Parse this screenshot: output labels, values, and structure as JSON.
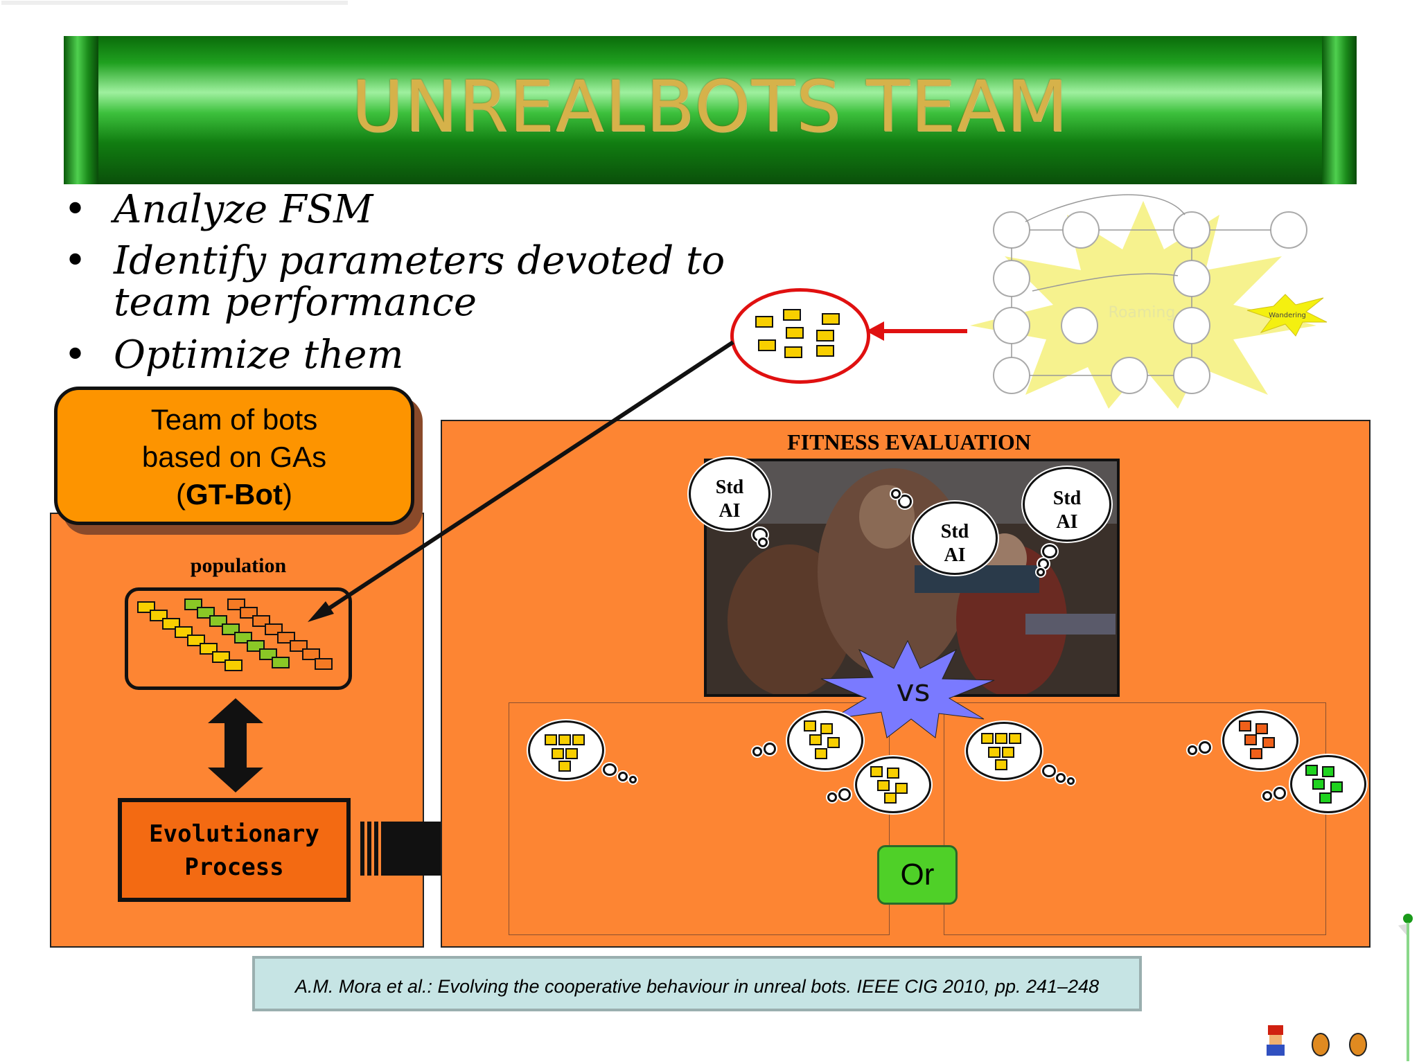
{
  "header": {
    "title": "UNREALBOTS TEAM"
  },
  "bullets": [
    "Analyze FSM",
    "Identify parameters devoted to",
    "team performance",
    "Optimize them"
  ],
  "team_box": {
    "line1": "Team of bots",
    "line2": "based on GAs",
    "open_paren": "(",
    "bold": "GT-Bot",
    "close_paren": ")"
  },
  "population_label": "population",
  "evolutionary": {
    "line1": "Evolutionary",
    "line2": "Process"
  },
  "fitness": {
    "title": "FITNESS EVALUATION",
    "thought1": [
      "Std",
      "AI"
    ],
    "thought2": [
      "Std",
      "AI"
    ],
    "thought3": [
      "Std",
      "AI"
    ],
    "vs": "vs",
    "or": "Or"
  },
  "fsm_states": {
    "center": "Roaming",
    "wandering": "Wandering"
  },
  "citation": "A.M. Mora et al.: Evolving the cooperative behaviour in unreal bots. IEEE CIG 2010, pp. 241–248",
  "colors": {
    "orange": "#fd8533",
    "green": "#1fa01f",
    "red_arrow": "#e01010",
    "vs_star": "#7a7aff"
  }
}
